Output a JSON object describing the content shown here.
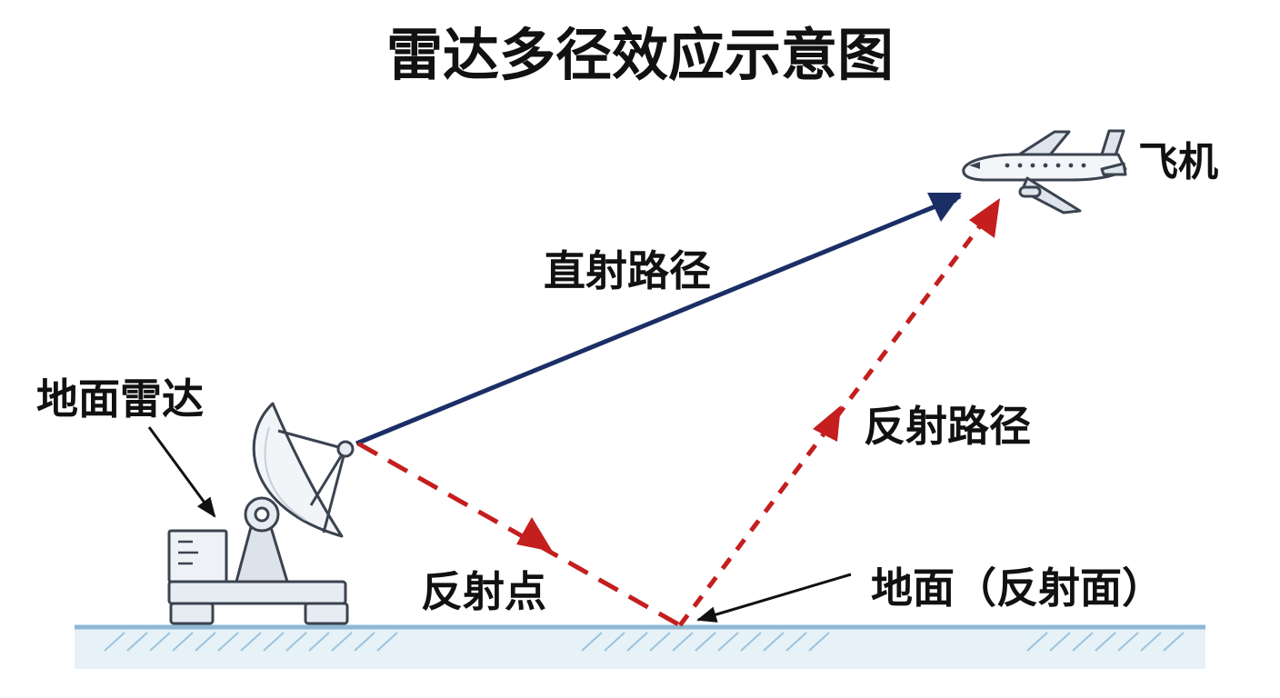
{
  "title": "雷达多径效应示意图",
  "labels": {
    "direct_path": "直射路径",
    "reflected_path": "反射路径",
    "ground_radar": "地面雷达",
    "aircraft": "飞机",
    "reflection_point": "反射点",
    "ground_surface": "地面（反射面）"
  },
  "colors": {
    "direct_path": "#1b2f66",
    "reflected_path": "#c41e1e",
    "ground_line": "#8fb8d2",
    "ground_fill": "#e7f1f8",
    "hatch": "#9cc4dc",
    "equipment": "#e6ecf2",
    "equipment_stroke": "#3b4350",
    "pointer": "#111111"
  },
  "icons": {
    "radar": "radar-dish-icon",
    "aircraft": "airplane-icon"
  }
}
